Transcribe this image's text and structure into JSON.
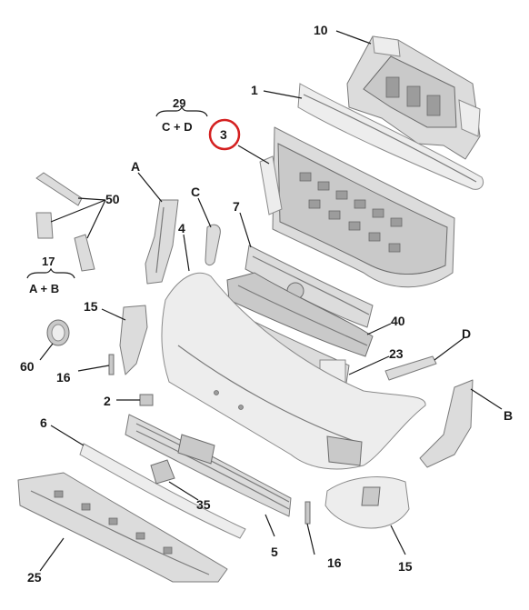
{
  "labels": {
    "p10": "10",
    "p1": "1",
    "p29": "29",
    "p29_sub": "C + D",
    "p3": "3",
    "pA": "A",
    "p50": "50",
    "pC": "C",
    "p7": "7",
    "p4": "4",
    "p17": "17",
    "p17_sub": "A + B",
    "p15a": "15",
    "p40": "40",
    "pD": "D",
    "p60": "60",
    "p23": "23",
    "p16a": "16",
    "pB": "B",
    "p2": "2",
    "p6": "6",
    "p35": "35",
    "p5": "5",
    "p16b": "16",
    "p15b": "15",
    "p25": "25"
  },
  "highlight": {
    "part": "3",
    "circle_color": "#d42020"
  },
  "colors": {
    "part_fill": "#dcdcdc",
    "outline": "#7a7a7a",
    "text": "#1a1a1a"
  }
}
